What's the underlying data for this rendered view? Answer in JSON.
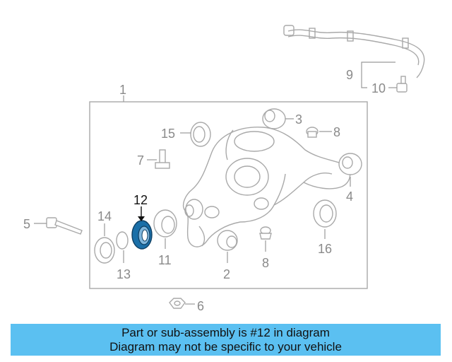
{
  "callouts": {
    "c1": "1",
    "c2": "2",
    "c3": "3",
    "c4": "4",
    "c5": "5",
    "c6": "6",
    "c7": "7",
    "c8a": "8",
    "c8b": "8",
    "c9": "9",
    "c10": "10",
    "c11": "11",
    "c12": "12",
    "c13": "13",
    "c14": "14",
    "c15": "15",
    "c16": "16"
  },
  "highlight_color": "#1a6fa8",
  "banner": {
    "line1": "Part or sub-assembly is #12 in diagram",
    "line2": "Diagram may not be specific to your vehicle",
    "background": "#5bc0f1"
  }
}
